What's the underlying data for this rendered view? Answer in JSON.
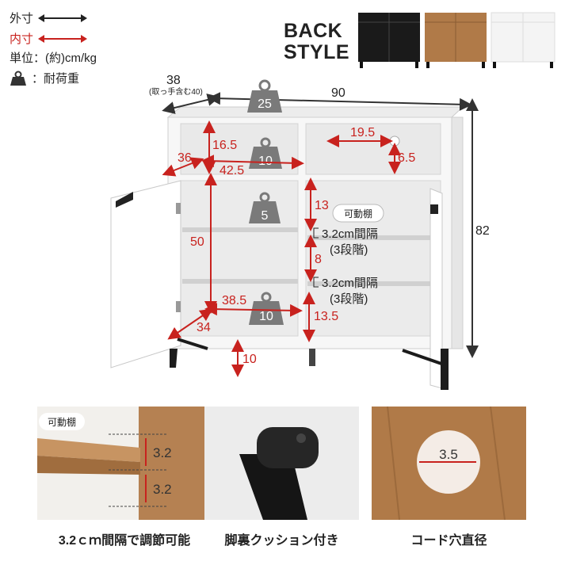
{
  "legend": {
    "outer": "外寸",
    "inner": "内寸",
    "unit": "単位：(約)cm/kg",
    "load": "：耐荷重"
  },
  "back_style": {
    "line1": "BACK",
    "line2": "STYLE"
  },
  "variants": [
    {
      "name": "black",
      "color": "#1a1a1a"
    },
    {
      "name": "oak",
      "color": "#b07a48"
    },
    {
      "name": "white",
      "color": "#f4f4f4"
    }
  ],
  "colors": {
    "accent_red": "#c8221e",
    "arrow_dark": "#333333",
    "weight_gray": "#7a7a7a"
  },
  "dimensions": {
    "depth": "38",
    "depth_note": "(取っ手含む40)",
    "width": "90",
    "height": "82",
    "top_load": "25",
    "left_top_h": "16.5",
    "left_top_d": "36",
    "left_top_w": "42.5",
    "left_top_load": "10",
    "right_top_w": "19.5",
    "right_top_h": "6.5",
    "left_h": "50",
    "left_shelf_load": "5",
    "left_bottom_w": "38.5",
    "left_bottom_d": "34",
    "left_bottom_load": "10",
    "leg_h": "10",
    "right_h1": "13",
    "right_h2": "8",
    "right_h3": "13.5",
    "movable_label": "可動棚",
    "pitch1_a": "3.2cm間隔",
    "pitch1_b": "(3段階)",
    "pitch2_a": "3.2cm間隔",
    "pitch2_b": "(3段階)"
  },
  "panels": {
    "shelf": {
      "tag": "可動棚",
      "v1": "3.2",
      "v2": "3.2",
      "caption": "3.2ｃｍ間隔で調節可能"
    },
    "leg": {
      "caption": "脚裏クッション付き"
    },
    "hole": {
      "value": "3.5",
      "caption": "コード穴直径"
    }
  }
}
